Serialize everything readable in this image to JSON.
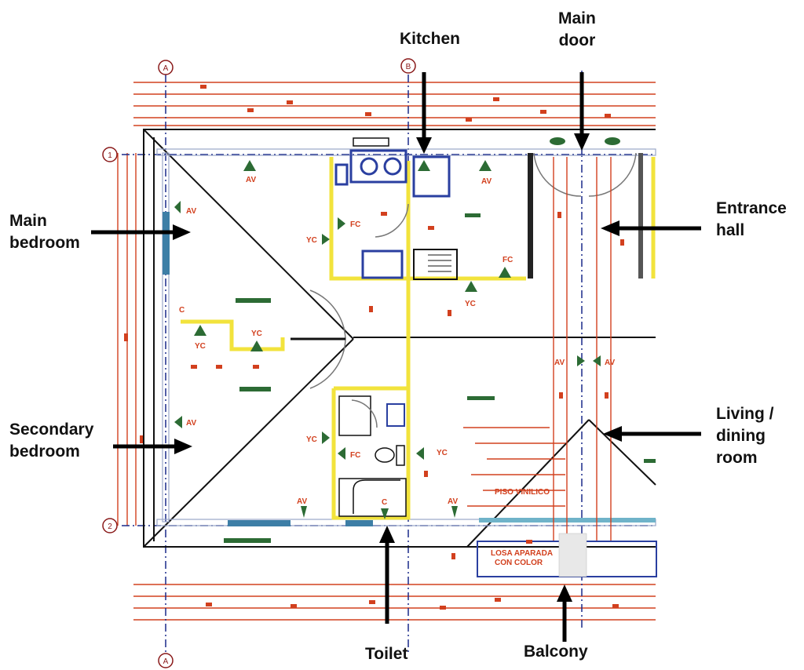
{
  "labels": {
    "kitchen": "Kitchen",
    "main_door": "Main\ndoor",
    "main_bedroom": "Main\nbedroom",
    "entrance_hall": "Entrance\nhall",
    "secondary_bedroom": "Secondary\nbedroom",
    "living_dining": "Living /\ndining\nroom",
    "toilet": "Toilet",
    "balcony": "Balcony"
  },
  "drawing_codes": {
    "av": "AV",
    "yc": "YC",
    "fc": "FC",
    "c": "C",
    "balcony_slab": "LOSA APARADA\nCON COLOR",
    "floor_note": "PISO VINILICO"
  },
  "grid_markers": {
    "a": "A",
    "b": "B",
    "one": "1",
    "two": "2"
  },
  "colors": {
    "dimension_red": "#d2401e",
    "wall_yellow": "#f2e33c",
    "fixture_blue": "#2a3fa0",
    "symbol_green": "#2c6b34",
    "label_black": "#111111"
  }
}
